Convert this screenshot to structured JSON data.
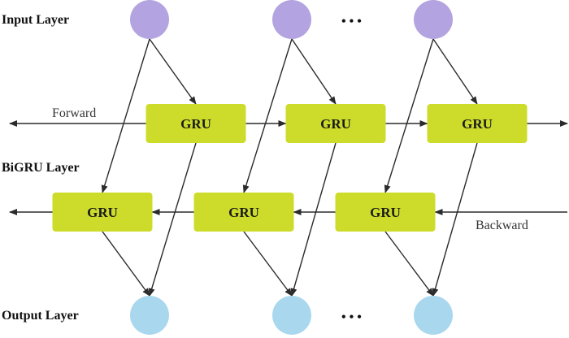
{
  "labels": {
    "input_layer": "Input Layer",
    "bigru_layer": "BiGRU Layer",
    "output_layer": "Output Layer",
    "forward": "Forward",
    "backward": "Backward",
    "ellipsis": "• • •"
  },
  "forward_cells": [
    {
      "label": "GRU"
    },
    {
      "label": "GRU"
    },
    {
      "label": "GRU"
    }
  ],
  "backward_cells": [
    {
      "label": "GRU"
    },
    {
      "label": "GRU"
    },
    {
      "label": "GRU"
    }
  ],
  "input_nodes": 3,
  "output_nodes": 3,
  "colors": {
    "input_node": "#b3a3e0",
    "output_node": "#a9d8ee",
    "gru_cell": "#cddc2a",
    "line": "#2b2b2b"
  }
}
